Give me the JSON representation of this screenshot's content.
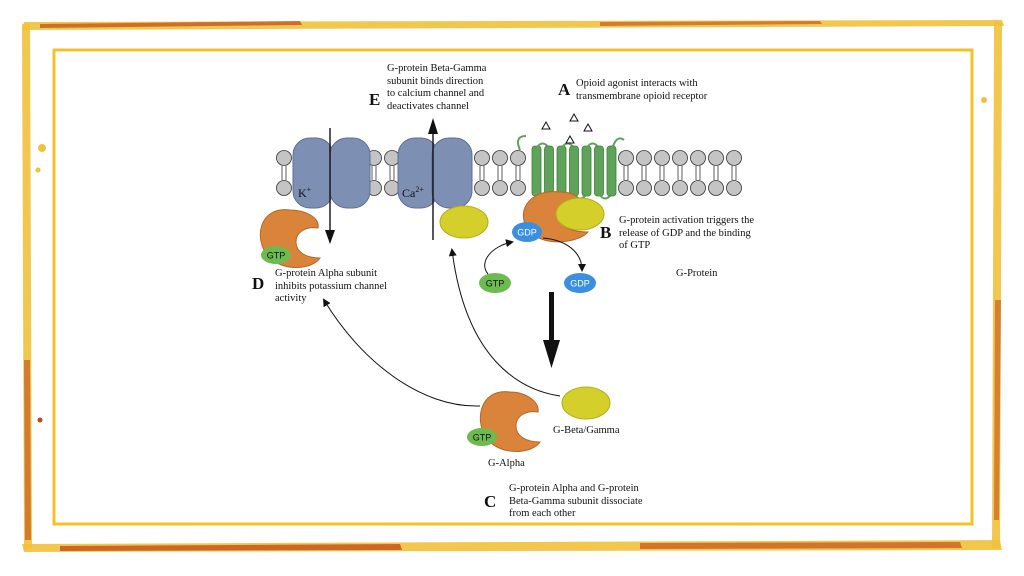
{
  "colors": {
    "frame_accent": "#f3c12a",
    "frame_rust": "#c0471a",
    "membrane_head": "#c4c4c4",
    "channel": "#7d8fb3",
    "receptor": "#5fa35a",
    "g_alpha": "#d9843a",
    "g_betagamma": "#d4cf2a",
    "gtp": "#6dbb4f",
    "gdp": "#3b8fe0"
  },
  "labels": {
    "A": {
      "letter": "A",
      "text": "Opioid agonist interacts with\ntransmembrane opioid receptor"
    },
    "B": {
      "letter": "B",
      "text": "G-protein activation triggers the\nrelease of GDP and the binding\nof GTP"
    },
    "C": {
      "letter": "C",
      "text": "G-protein Alpha and G-protein\nBeta-Gamma subunit dissociate\nfrom each other"
    },
    "D": {
      "letter": "D",
      "text": "G-protein Alpha subunit\ninhibits potassium channel\nactivity"
    },
    "E": {
      "letter": "E",
      "text": "G-protein Beta-Gamma\nsubunit binds direction\nto calcium channel and\ndeactivates channel"
    }
  },
  "names": {
    "g_protein": "G-Protein",
    "g_alpha": "G-Alpha",
    "g_beta_gamma": "G-Beta/Gamma"
  },
  "ions": {
    "potassium": "K",
    "potassium_charge": "+",
    "calcium": "Ca",
    "calcium_charge": "2+"
  },
  "nucleotides": {
    "gtp": "GTP",
    "gdp": "GDP"
  }
}
